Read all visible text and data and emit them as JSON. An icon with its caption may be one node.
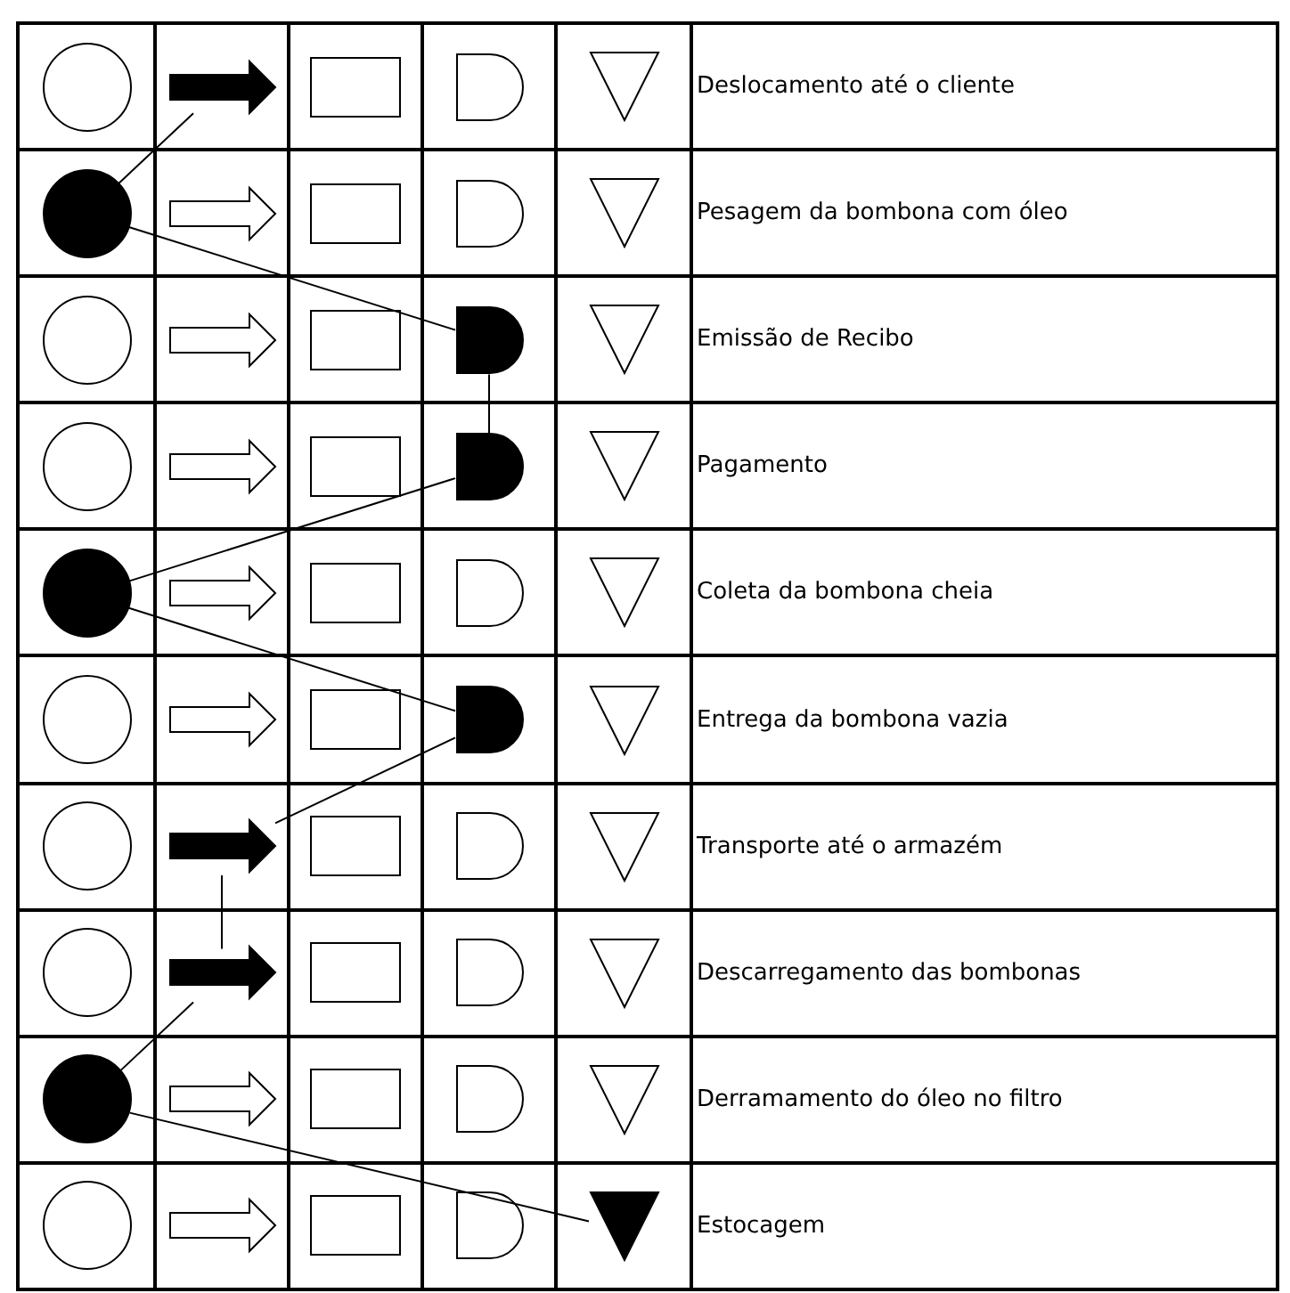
{
  "diagram": {
    "nodes": [
      {
        "text": [],
        "shape": "arrow"
      },
      {
        "text": [],
        "shape": "circle"
      },
      {
        "text": [],
        "shape": "semicircle"
      },
      {
        "text": [],
        "shape": "semicircle"
      },
      {
        "text": [],
        "shape": "circle"
      },
      {
        "text": [],
        "shape": "semicircle"
      },
      {
        "text": [],
        "shape": "arrow"
      },
      {
        "text": [],
        "shape": "arrow"
      },
      {
        "text": [],
        "shape": "circle"
      },
      {
        "text": [],
        "shape": "triangle"
      }
    ],
    "edges": [
      {
        "from": 0,
        "to": 1,
        "arrow": "none"
      },
      {
        "from": 1,
        "to": 2,
        "arrow": "none"
      },
      {
        "from": 2,
        "to": 3,
        "arrow": "none"
      },
      {
        "from": 3,
        "to": 4,
        "arrow": "none"
      },
      {
        "from": 4,
        "to": 5,
        "arrow": "none"
      },
      {
        "from": 5,
        "to": 6,
        "arrow": "none"
      },
      {
        "from": 6,
        "to": 7,
        "arrow": "none"
      },
      {
        "from": 7,
        "to": 8,
        "arrow": "none"
      },
      {
        "from": 8,
        "to": 9,
        "arrow": "none"
      }
    ],
    "labels": [
      "Deslocamento até o cliente",
      "Pesagem da bombona com óleo",
      "Emissão de Recibo",
      "Pagamento",
      "Coleta da bombona cheia",
      "Entrega da bombona vazia",
      "Transporte até o armazém",
      "Descarregamento das bombonas",
      "Derramamento do óleo no filtro",
      "Estocagem"
    ]
  }
}
